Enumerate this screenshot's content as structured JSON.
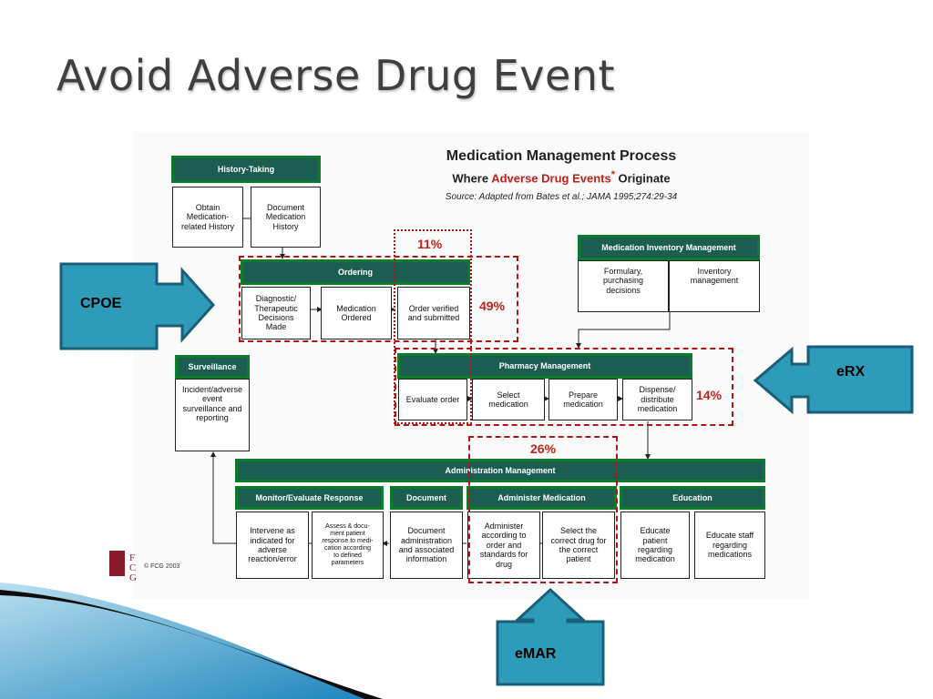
{
  "slide": {
    "title": "Avoid Adverse Drug Event"
  },
  "figure": {
    "title": "Medication Management Process",
    "subtitle_prefix": "Where ",
    "subtitle_highlight": "Adverse Drug Events",
    "subtitle_mark": "*",
    "subtitle_suffix": " Originate",
    "source": "Source: Adapted from Bates et al.; JAMA 1995;274:29-34",
    "copyright": "© FCG 2003"
  },
  "history": {
    "header": "History-Taking",
    "obtain": "Obtain\nMedication-\nrelated History",
    "document": "Document\nMedication\nHistory"
  },
  "ordering": {
    "header": "Ordering",
    "diagnostic": "Diagnostic/\nTherapeutic\nDecisions\nMade",
    "medication": "Medication\nOrdered",
    "verified": "Order verified\nand submitted"
  },
  "inventory": {
    "header": "Medication Inventory Management",
    "formulary": "Formulary,\npurchasing\ndecisions",
    "inventory": "Inventory\nmanagement"
  },
  "surveillance": {
    "header": "Surveillance",
    "text": "Incident/adverse\nevent\nsurveillance and\nreporting"
  },
  "pharmacy": {
    "header": "Pharmacy Management",
    "evaluate": "Evaluate order",
    "select": "Select\nmedication",
    "prepare": "Prepare\nmedication",
    "dispense": "Dispense/\ndistribute\nmedication"
  },
  "administration": {
    "header": "Administration Management"
  },
  "monitor": {
    "header": "Monitor/Evaluate Response",
    "intervene": "Intervene as\nindicated for\nadverse\nreaction/error",
    "assess": "Assess & docu-\nment patient\nresponse to medi-\ncation according\nto defined\nparameters"
  },
  "document": {
    "header": "Document",
    "text": "Document\nadministration\nand associated\ninformation"
  },
  "administer": {
    "header": "Administer Medication",
    "according": "Administer\naccording to\norder and\nstandards for\ndrug",
    "correct": "Select the\ncorrect drug for\nthe correct\npatient"
  },
  "education": {
    "header": "Education",
    "patient": "Educate\npatient\nregarding\nmedication",
    "staff": "Educate staff\nregarding\nmedications"
  },
  "percentages": {
    "p11": "11%",
    "p49": "49%",
    "p14": "14%",
    "p26": "26%"
  },
  "callouts": {
    "cpoe": "CPOE",
    "erx": "eRX",
    "emar": "eMAR"
  },
  "colors": {
    "header_fill": "#1b5e51",
    "header_border": "#0c7b2a",
    "dash": "#b31515",
    "percent": "#c0211b",
    "callout_fill": "#2e9bb8",
    "callout_border": "#1a5f78",
    "title_text": "#3f3f3f"
  }
}
